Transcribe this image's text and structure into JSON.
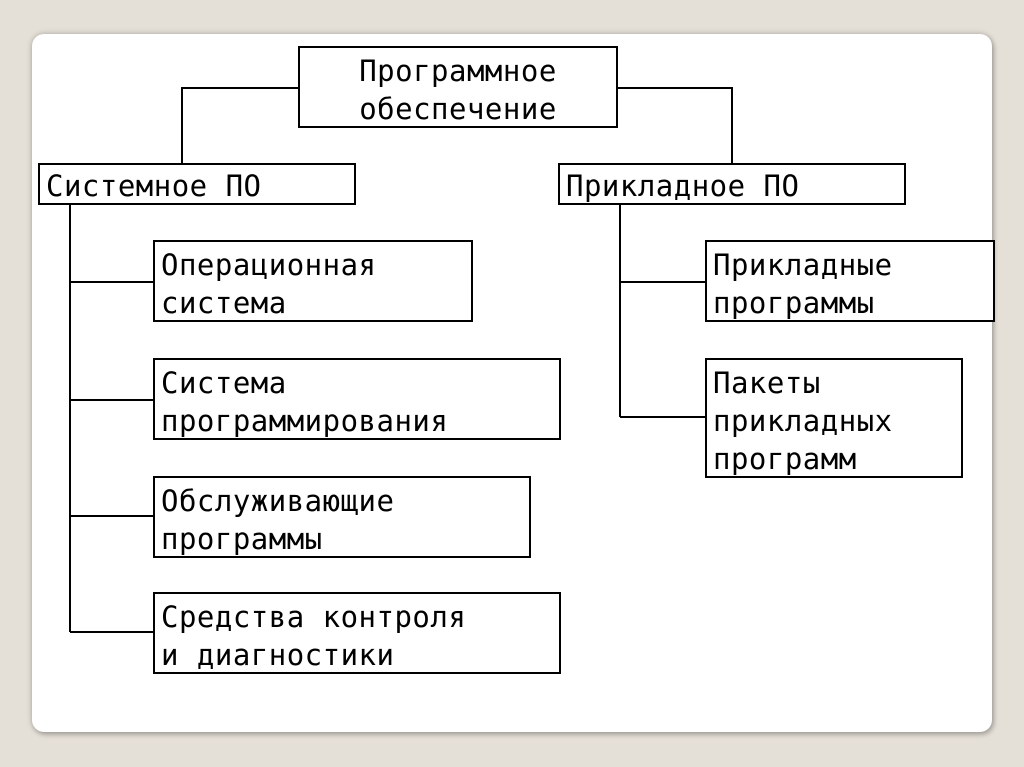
{
  "diagram": {
    "root": "Программное\nобеспечение",
    "system": {
      "label": "Системное ПО",
      "children": [
        "Операционная\nсистема",
        "Система\nпрограммирования",
        "Обслуживающие\nпрограммы",
        "Средства контроля\nи диагностики"
      ]
    },
    "application": {
      "label": "Прикладное ПО",
      "children": [
        "Прикладные\nпрограммы",
        "Пакеты\nприкладных\nпрограмм"
      ]
    }
  }
}
